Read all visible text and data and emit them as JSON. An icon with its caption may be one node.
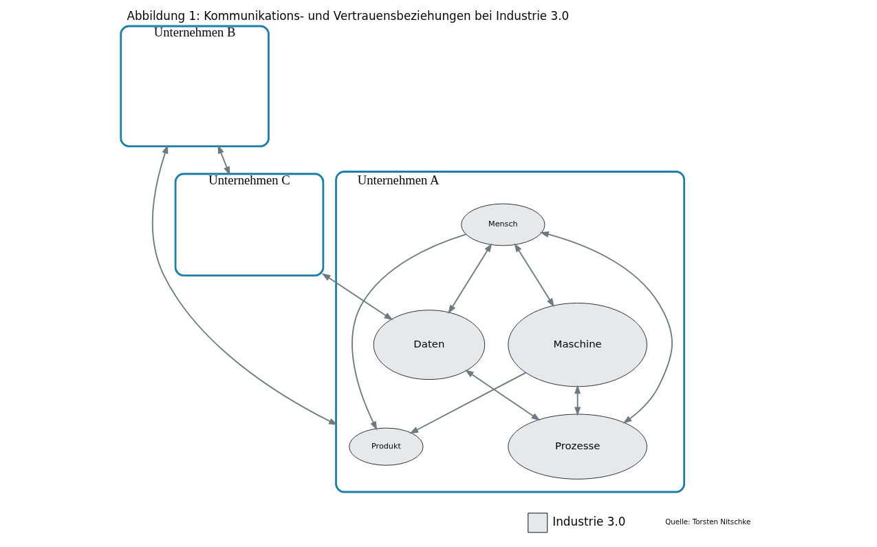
{
  "diagram": {
    "title": "Abbildung 1: Kommunikations- und Vertrauensbeziehungen bei Industrie 3.0",
    "caption": "Quelle: Torsten Nitschke",
    "nodes": [
      {
        "text": [
          "Unternehmen B"
        ]
      },
      {
        "text": [
          "Unternehmen A"
        ]
      },
      {
        "text": [
          "Unternehmen C"
        ]
      },
      {
        "text": [
          "Produkt"
        ],
        "in": 1
      },
      {
        "text": [
          "Maschine"
        ],
        "in": 1
      },
      {
        "text": [
          "Mensch"
        ],
        "in": 1
      },
      {
        "text": [
          "Daten"
        ],
        "in": 1
      },
      {
        "text": [
          "Prozesse"
        ],
        "in": 1
      }
    ],
    "edges": [
      {
        "from": 0,
        "to": 1,
        "arrow": "both"
      },
      {
        "from": 0,
        "to": 2,
        "arrow": "both"
      },
      {
        "from": 2,
        "to": 6,
        "arrow": "both"
      },
      {
        "from": 4,
        "to": 3,
        "arrow": "to"
      },
      {
        "from": 5,
        "to": 3,
        "arrow": "to"
      },
      {
        "from": 5,
        "to": 4,
        "arrow": "both"
      },
      {
        "from": 5,
        "to": 6,
        "arrow": "both"
      },
      {
        "from": 5,
        "to": 7,
        "arrow": "both"
      },
      {
        "from": 4,
        "to": 7,
        "arrow": "both"
      },
      {
        "from": 6,
        "to": 7,
        "arrow": "both"
      }
    ],
    "legend": [
      {
        "text": "Industrie 3.0",
        "color": "#e6e9eb"
      }
    ]
  }
}
